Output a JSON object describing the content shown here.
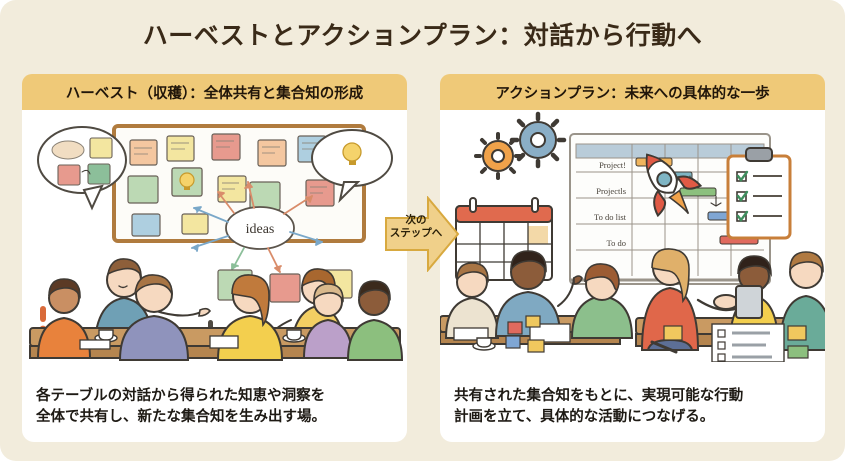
{
  "title": "ハーベストとアクションプラン：対話から行動へ",
  "panels": [
    {
      "id": "harvest",
      "header": "ハーベスト（収穫）：全体共有と集合知の形成",
      "caption_line1": "各テーブルの対話から得られた知恵や洞察を",
      "caption_line2": "全体で共有し、新たな集合知を生み出す場。",
      "illustration": {
        "center_bubble_label": "ideas",
        "elements": [
          "speech-bubble-sticky-notes",
          "whiteboard-sticky-notes",
          "presenter-man-blue-sweater",
          "presenter-woman-yellow-top",
          "idea-lightbulb-icons",
          "radiating-arrows",
          "participants-at-table",
          "coffee-cups"
        ]
      }
    },
    {
      "id": "action-plan",
      "header": "アクションプラン：未来への具体的な一歩",
      "caption_line1": "共有された集合知をもとに、実現可能な行動",
      "caption_line2": "計画を立て、具体的な活動につなげる。",
      "illustration": {
        "gantt_rows": [
          "Project!",
          "Projectls",
          "To do list",
          "To do"
        ],
        "elements": [
          "gear-icons",
          "calendar-icon",
          "gantt-chart",
          "rocket-icon",
          "clipboard-checklist-icon",
          "planning-team-at-table",
          "handshake-pair",
          "checklist-document",
          "sticky-notes"
        ]
      }
    }
  ],
  "arrow": {
    "label_line1": "次の",
    "label_line2": "ステップへ"
  },
  "colors": {
    "background": "#f2ecdc",
    "header_band": "#efc978",
    "card": "#ffffff",
    "title_text": "#3a2a18",
    "arrow_fill": "#f0d08a",
    "arrow_stroke": "#d8a93f"
  }
}
